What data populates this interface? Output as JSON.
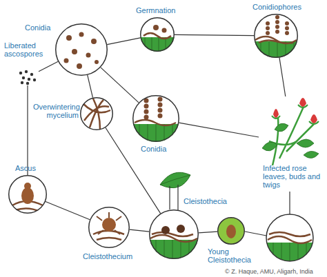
{
  "diagram": {
    "nodes": [
      {
        "text": [
          "Conidia"
        ]
      },
      {
        "text": [
          "Germnation"
        ]
      },
      {
        "text": [
          "Conidiophores"
        ]
      },
      {
        "text": [
          "Liberated ascospores"
        ]
      },
      {
        "text": [
          "Overwintering mycelium"
        ]
      },
      {
        "text": [
          "Conidia"
        ]
      },
      {
        "text": [
          "Infected rose leaves, buds and twigs"
        ]
      },
      {
        "text": [
          "Ascus"
        ]
      },
      {
        "text": [
          "Cleistothecia"
        ]
      },
      {
        "text": [
          "Cleistothecium"
        ]
      },
      {
        "text": [
          "Young Cleistothecia"
        ]
      }
    ],
    "edges": [
      {
        "from": 0,
        "to": 1,
        "arrow": "none"
      },
      {
        "from": 1,
        "to": 2,
        "arrow": "none"
      },
      {
        "from": 0,
        "to": 3,
        "arrow": "none"
      },
      {
        "from": 0,
        "to": 4,
        "arrow": "none"
      },
      {
        "from": 0,
        "to": 5,
        "arrow": "none"
      },
      {
        "from": 2,
        "to": 6,
        "arrow": "none"
      },
      {
        "from": 5,
        "to": 6,
        "arrow": "none"
      },
      {
        "from": 3,
        "to": 7,
        "arrow": "none"
      },
      {
        "from": 7,
        "to": 9,
        "arrow": "none"
      },
      {
        "from": 4,
        "to": 8,
        "arrow": "none"
      },
      {
        "from": 9,
        "to": 8,
        "arrow": "none"
      },
      {
        "from": 8,
        "to": 10,
        "arrow": "none"
      }
    ],
    "labels": [
      "© Z. Haque, AMU, Aligarh, India"
    ]
  }
}
